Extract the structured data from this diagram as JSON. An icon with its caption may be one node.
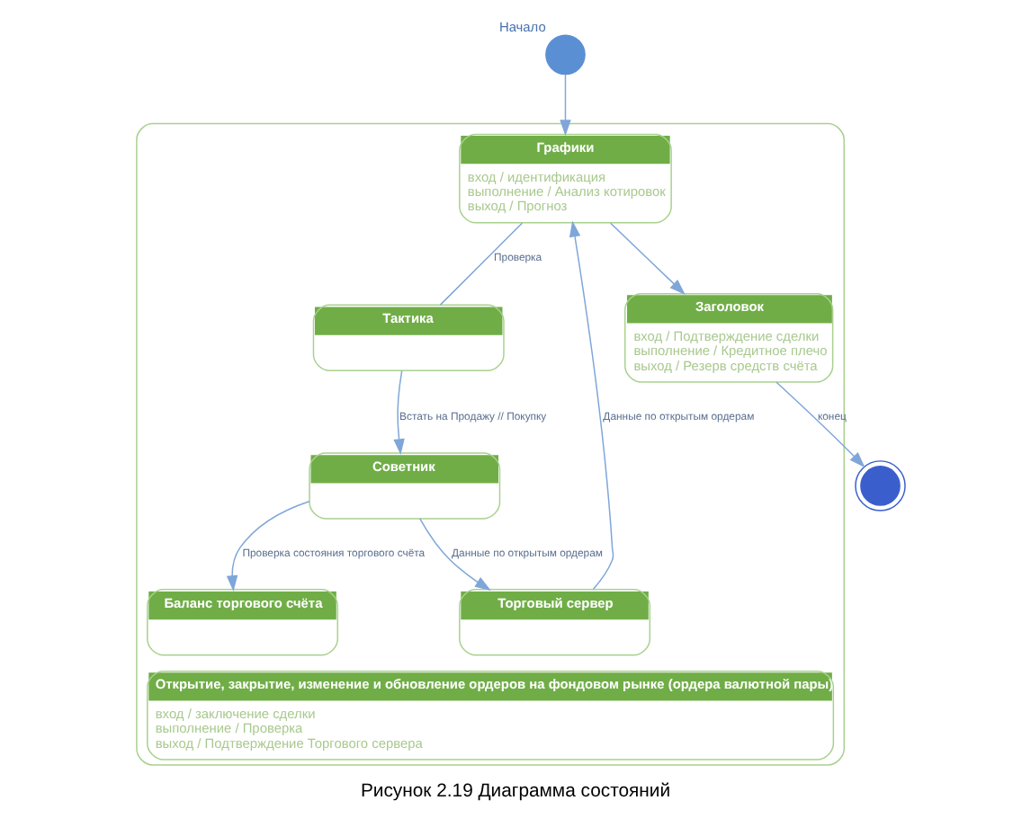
{
  "diagram": {
    "caption": "Рисунок 2.19 Диаграмма состояний",
    "nodes": [
      {
        "text": [],
        "shape": "circle",
        "beside": [
          "Начало"
        ]
      },
      {
        "text": [
          "Открытие, закрытие, изменение и обновление ордеров на фондовом рынке (ордера валютной пары)",
          "вход / заключение сделки",
          "выполнение / Проверка",
          "выход / Подтверждение Торгового сервера"
        ]
      },
      {
        "text": [
          "Графики",
          "вход / идентификация",
          "выполнение / Анализ котировок",
          "выход / Прогноз"
        ],
        "in": 1
      },
      {
        "text": [
          "Заголовок",
          "вход / Подтверждение сделки",
          "выполнение / Кредитное плечо",
          "выход / Резерв средств счёта"
        ],
        "in": 1
      },
      {
        "text": [
          "Торговый сервер"
        ],
        "in": 1
      },
      {
        "text": [
          "Тактика"
        ],
        "in": 1
      },
      {
        "text": [
          "Советник"
        ],
        "in": 1
      },
      {
        "text": [
          "Баланс торгового счёта"
        ],
        "in": 1
      },
      {
        "text": [],
        "shape": "circle"
      }
    ],
    "edges": [
      {
        "from": 0,
        "to": 2,
        "arrow": "to"
      },
      {
        "from": 2,
        "to": 3,
        "arrow": "to"
      },
      {
        "from": 3,
        "to": 8,
        "arrow": "to",
        "label": "конец"
      },
      {
        "from": 4,
        "to": 2,
        "arrow": "to",
        "label": "Данные по открытым ордерам"
      },
      {
        "from": 2,
        "to": 5,
        "arrow": "none",
        "label": "Проверка"
      },
      {
        "from": 5,
        "to": 6,
        "arrow": "to",
        "label": "Встать на Продажу // Покупку"
      },
      {
        "from": 6,
        "to": 4,
        "arrow": "to",
        "label": "Данные по открытым ордерам"
      },
      {
        "from": 6,
        "to": 7,
        "arrow": "to",
        "label": "Проверка состояния торгового счёта"
      }
    ]
  }
}
